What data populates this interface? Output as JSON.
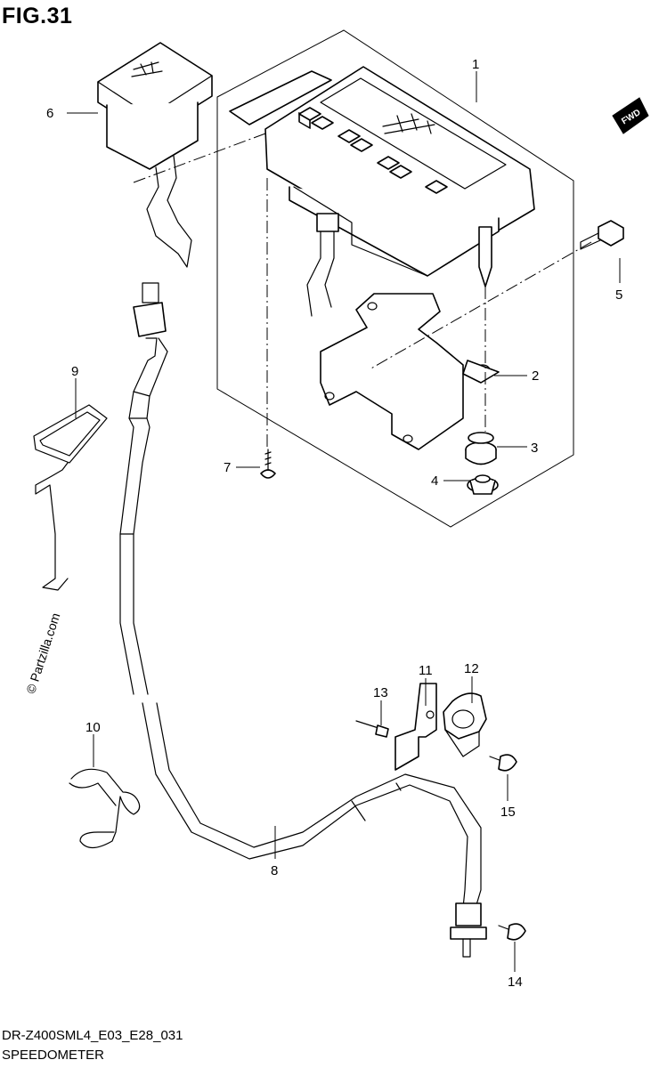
{
  "figure": {
    "title": "FIG.31",
    "model_code": "DR-Z400SML4_E03_E28_031",
    "name": "SPEEDOMETER",
    "watermark": "© Partzilla.com",
    "fwd_badge": "FWD"
  },
  "callouts": [
    "1",
    "2",
    "3",
    "4",
    "5",
    "6",
    "7",
    "8",
    "9",
    "10",
    "11",
    "12",
    "13",
    "14",
    "15"
  ]
}
